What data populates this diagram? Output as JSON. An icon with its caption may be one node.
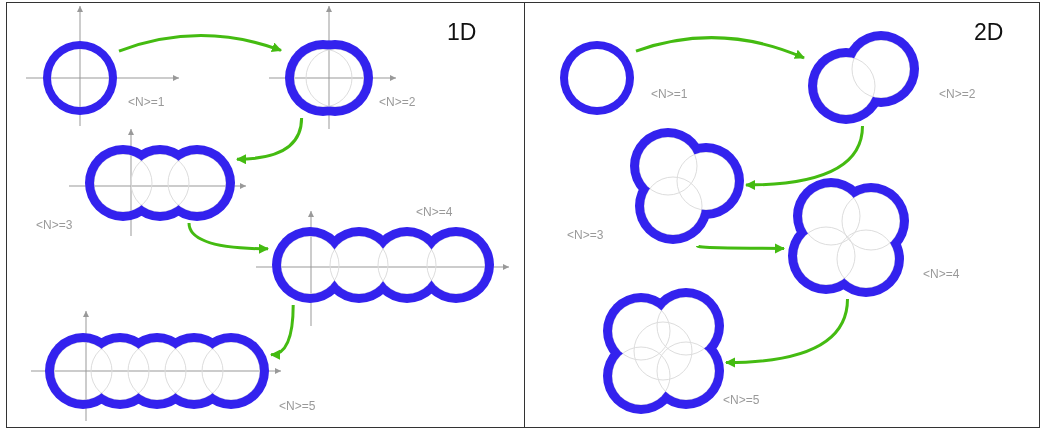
{
  "diagram": {
    "nodes": [
      {
        "text": [
          "1D"
        ]
      },
      {
        "text": [],
        "shape": "circle",
        "in": 0,
        "beside": [
          "<N>=1"
        ]
      },
      {
        "text": [],
        "shape": "cloud",
        "in": 0,
        "beside": [
          "<N>=2"
        ]
      },
      {
        "text": [],
        "shape": "cloud",
        "in": 0,
        "beside": [
          "<N>=3"
        ]
      },
      {
        "text": [],
        "shape": "cloud",
        "in": 0,
        "beside": [
          "<N>=4"
        ]
      },
      {
        "text": [],
        "shape": "cloud",
        "in": 0,
        "beside": [
          "<N>=5"
        ]
      },
      {
        "text": [
          "2D"
        ]
      },
      {
        "text": [],
        "shape": "circle",
        "in": 6,
        "beside": [
          "<N>=1"
        ]
      },
      {
        "text": [],
        "shape": "cloud",
        "in": 6,
        "beside": [
          "<N>=2"
        ]
      },
      {
        "text": [],
        "shape": "cloud",
        "in": 6,
        "beside": [
          "<N>=3"
        ]
      },
      {
        "text": [],
        "shape": "cloud",
        "in": 6,
        "beside": [
          "<N>=4"
        ]
      },
      {
        "text": [],
        "shape": "cloud",
        "in": 6,
        "beside": [
          "<N>=5"
        ]
      }
    ],
    "edges": [
      {
        "from": 1,
        "to": 2,
        "arrow": "to"
      },
      {
        "from": 2,
        "to": 3,
        "arrow": "to"
      },
      {
        "from": 3,
        "to": 4,
        "arrow": "to"
      },
      {
        "from": 4,
        "to": 5,
        "arrow": "to"
      },
      {
        "from": 7,
        "to": 8,
        "arrow": "to"
      },
      {
        "from": 8,
        "to": 9,
        "arrow": "to"
      },
      {
        "from": 9,
        "to": 10,
        "arrow": "to"
      },
      {
        "from": 10,
        "to": 11,
        "arrow": "to"
      }
    ]
  }
}
